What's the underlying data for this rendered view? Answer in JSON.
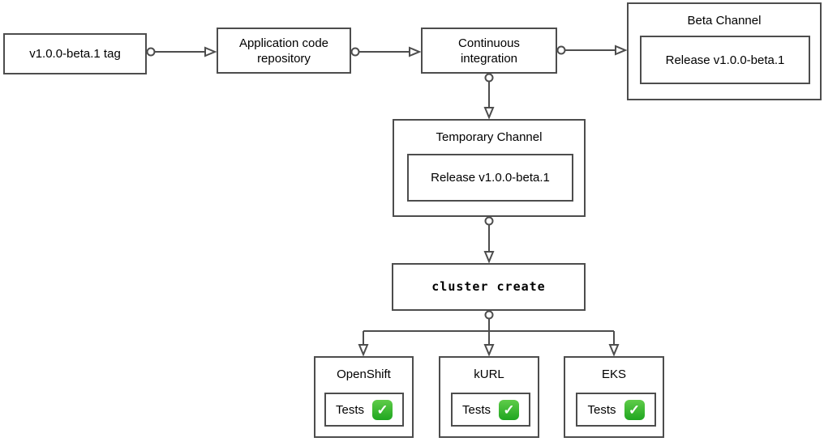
{
  "nodes": {
    "tag": {
      "label": "v1.0.0-beta.1 tag"
    },
    "repo": {
      "label": "Application code repository"
    },
    "ci": {
      "label": "Continuous integration"
    },
    "beta_channel": {
      "title": "Beta Channel",
      "release": "Release v1.0.0-beta.1"
    },
    "temp_channel": {
      "title": "Temporary Channel",
      "release": "Release v1.0.0-beta.1"
    },
    "cluster_create": {
      "label": "cluster create"
    },
    "openshift": {
      "title": "OpenShift",
      "tests_label": "Tests"
    },
    "kurl": {
      "title": "kURL",
      "tests_label": "Tests"
    },
    "eks": {
      "title": "EKS",
      "tests_label": "Tests"
    }
  },
  "icons": {
    "check": "✓",
    "check_name": "white-check-on-green-badge"
  },
  "colors": {
    "stroke": "#4d4d4d",
    "background": "#ffffff",
    "text": "#000000",
    "check_green": "#1fa620",
    "check_green_light": "#5fcc49",
    "check_mark": "#ffffff"
  }
}
